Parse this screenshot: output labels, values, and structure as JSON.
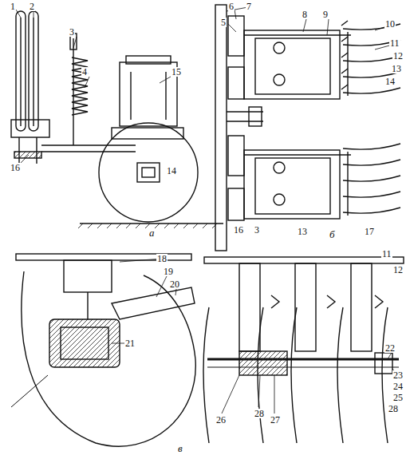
{
  "diagram": {
    "labels": [
      "1",
      "2",
      "6",
      "7",
      "5",
      "8",
      "9",
      "10",
      "3",
      "11",
      "12",
      "4",
      "15",
      "13",
      "14",
      "16",
      "14",
      "16",
      "3",
      "13",
      "17",
      "а",
      "б",
      "18",
      "19",
      "20",
      "11",
      "12",
      "22",
      "23",
      "24",
      "25",
      "21",
      "26",
      "28",
      "27",
      "28",
      "в"
    ]
  }
}
